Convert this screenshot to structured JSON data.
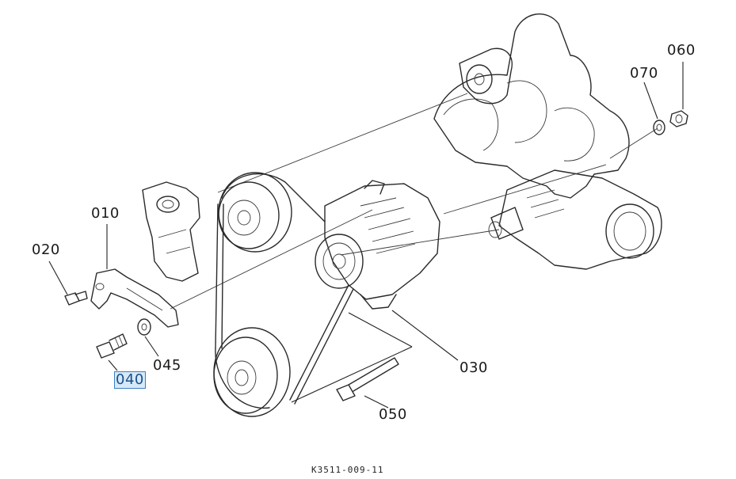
{
  "callouts": [
    {
      "id": "c060",
      "text": "060",
      "highlighted": false
    },
    {
      "id": "c070",
      "text": "070",
      "highlighted": false
    },
    {
      "id": "c010",
      "text": "010",
      "highlighted": false
    },
    {
      "id": "c020",
      "text": "020",
      "highlighted": false
    },
    {
      "id": "c045",
      "text": "045",
      "highlighted": false
    },
    {
      "id": "c040",
      "text": "040",
      "highlighted": true
    },
    {
      "id": "c030",
      "text": "030",
      "highlighted": false
    },
    {
      "id": "c050",
      "text": "050",
      "highlighted": false
    }
  ],
  "drawing_code": "K3511-009-11",
  "colors": {
    "line": "#2a2a2a",
    "highlight_fill": "#d6e9f8",
    "highlight_border": "#3b7fc4"
  }
}
